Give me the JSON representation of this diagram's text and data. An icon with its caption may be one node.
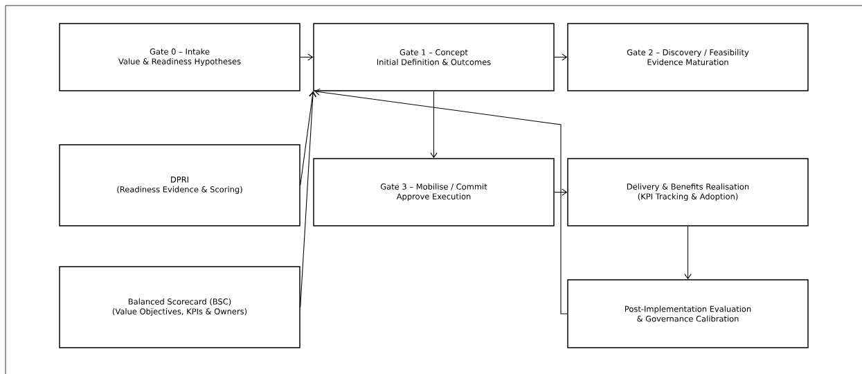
{
  "diagram": {
    "nodes": [
      {
        "text": [
          "Gate 0 – Intake",
          "Value & Readiness Hypotheses"
        ]
      },
      {
        "text": [
          "Gate 1 – Concept",
          "Initial Definition & Outcomes"
        ]
      },
      {
        "text": [
          "Gate 2 – Discovery / Feasibility",
          "Evidence Maturation"
        ]
      },
      {
        "text": [
          "DPRI",
          "(Readiness Evidence & Scoring)"
        ]
      },
      {
        "text": [
          "Gate 3 – Mobilise / Commit",
          "Approve Execution"
        ]
      },
      {
        "text": [
          "Delivery & Benefits Realisation",
          "(KPI Tracking & Adoption)"
        ]
      },
      {
        "text": [
          "Balanced Scorecard (BSC)",
          "(Value Objectives, KPIs & Owners)"
        ]
      },
      {
        "text": [
          "Post-Implementation Evaluation",
          "& Governance Calibration"
        ]
      }
    ],
    "edges": [
      {
        "from": 0,
        "to": 1,
        "arrow": "to"
      },
      {
        "from": 1,
        "to": 2,
        "arrow": "to"
      },
      {
        "from": 1,
        "to": 4,
        "arrow": "to"
      },
      {
        "from": 4,
        "to": 5,
        "arrow": "to"
      },
      {
        "from": 5,
        "to": 7,
        "arrow": "to"
      },
      {
        "from": 3,
        "to": 1,
        "arrow": "to"
      },
      {
        "from": 6,
        "to": 1,
        "arrow": "to"
      },
      {
        "from": 7,
        "to": 1,
        "arrow": "to"
      }
    ]
  }
}
